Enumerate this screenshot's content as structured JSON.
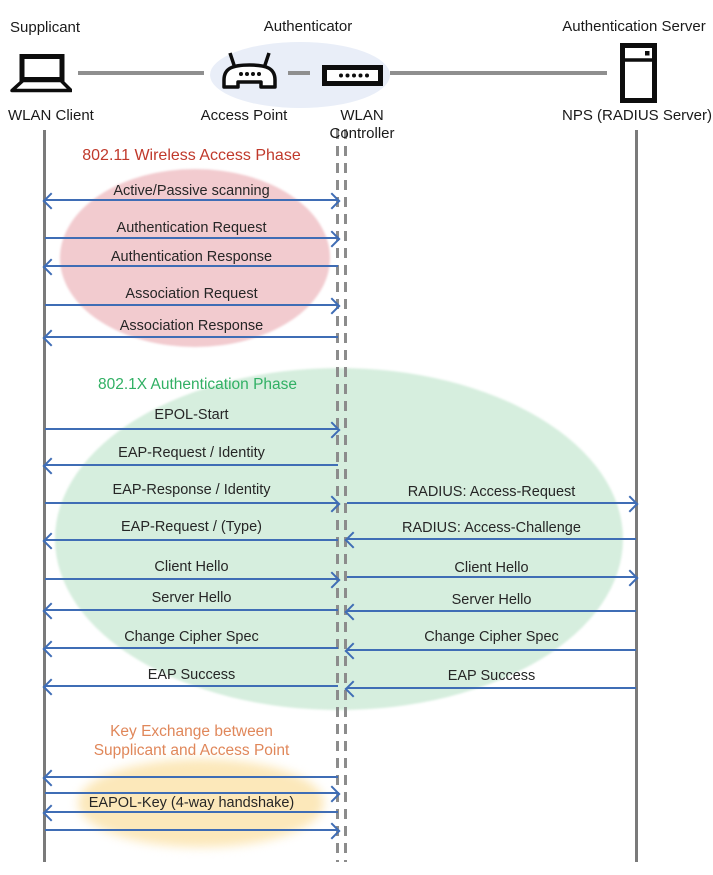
{
  "diagram_title": "WLAN 802.1X authentication sequence diagram",
  "header": {
    "roles": [
      "Supplicant",
      "Authenticator",
      "Authentication Server"
    ],
    "devices": [
      "WLAN Client",
      "Access Point",
      "WLAN Controller",
      "NPS (RADIUS Server)"
    ]
  },
  "icons": {
    "supplicant": "laptop-icon",
    "access_point": "wireless-router-icon",
    "wlan_controller": "controller-box-icon",
    "auth_server": "server-icon"
  },
  "phases": [
    {
      "title": "802.11 Wireless Access Phase",
      "title_color": "#c0392b",
      "ellipse_fill": "#f2cbcf"
    },
    {
      "title": "802.1X Authentication Phase",
      "title_color": "#31b064",
      "ellipse_fill": "#d6eede"
    },
    {
      "line1": "Key Exchange between",
      "line2": "Supplicant and Access Point",
      "title_color": "#e0875a",
      "ellipse_fill": "#fce8ba"
    }
  ],
  "client_messages": [
    {
      "label": "Active/Passive scanning",
      "from": "WLAN Client",
      "to": "WLAN Controller",
      "direction": "both"
    },
    {
      "label": "Authentication Request",
      "from": "WLAN Client",
      "to": "WLAN Controller",
      "direction": "right"
    },
    {
      "label": "Authentication Response",
      "from": "WLAN Controller",
      "to": "WLAN Client",
      "direction": "left"
    },
    {
      "label": "Association Request",
      "from": "WLAN Client",
      "to": "WLAN Controller",
      "direction": "right"
    },
    {
      "label": "Association Response",
      "from": "WLAN Controller",
      "to": "WLAN Client",
      "direction": "left"
    },
    {
      "label": "EPOL-Start",
      "from": "WLAN Client",
      "to": "WLAN Controller",
      "direction": "right"
    },
    {
      "label": "EAP-Request / Identity",
      "from": "WLAN Controller",
      "to": "WLAN Client",
      "direction": "left"
    },
    {
      "label": "EAP-Response / Identity",
      "from": "WLAN Client",
      "to": "WLAN Controller",
      "direction": "right"
    },
    {
      "label": "EAP-Request / (Type)",
      "from": "WLAN Controller",
      "to": "WLAN Client",
      "direction": "left"
    },
    {
      "label": "Client Hello",
      "from": "WLAN Client",
      "to": "WLAN Controller",
      "direction": "right"
    },
    {
      "label": "Server Hello",
      "from": "WLAN Controller",
      "to": "WLAN Client",
      "direction": "left"
    },
    {
      "label": "Change Cipher Spec",
      "from": "WLAN Controller",
      "to": "WLAN Client",
      "direction": "left"
    },
    {
      "label": "EAP Success",
      "from": "WLAN Controller",
      "to": "WLAN Client",
      "direction": "left"
    }
  ],
  "radius_messages": [
    {
      "label": "RADIUS: Access-Request",
      "from": "WLAN Controller",
      "to": "NPS (RADIUS Server)",
      "direction": "right"
    },
    {
      "label": "RADIUS: Access-Challenge",
      "from": "NPS (RADIUS Server)",
      "to": "WLAN Controller",
      "direction": "left"
    },
    {
      "label": "Client Hello",
      "from": "WLAN Controller",
      "to": "NPS (RADIUS Server)",
      "direction": "right"
    },
    {
      "label": "Server Hello",
      "from": "NPS (RADIUS Server)",
      "to": "WLAN Controller",
      "direction": "left"
    },
    {
      "label": "Change Cipher Spec",
      "from": "NPS (RADIUS Server)",
      "to": "WLAN Controller",
      "direction": "left"
    },
    {
      "label": "EAP Success",
      "from": "NPS (RADIUS Server)",
      "to": "WLAN Controller",
      "direction": "left"
    }
  ],
  "key_exchange": {
    "label": "EAPOL-Key (4-way handshake)",
    "arrows": [
      "left",
      "right",
      "left",
      "right"
    ]
  },
  "colors": {
    "arrow_blue": "#3f6db5",
    "lifeline_gray": "#7a7a7a",
    "authenticator_ellipse": "#e9eef8"
  }
}
